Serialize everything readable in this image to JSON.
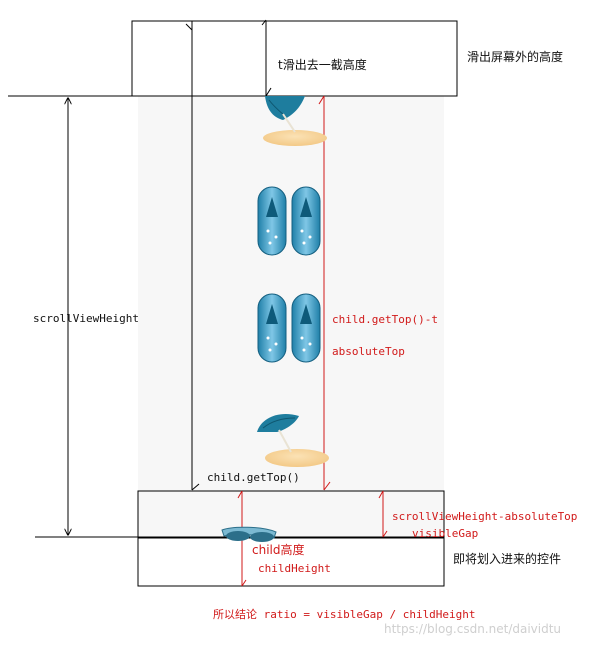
{
  "labels": {
    "offscreen_height": "滑出屏幕外的高度",
    "t_scrolled_part": "t滑出去一截高度",
    "scroll_view_height": "scrollViewHeight",
    "child_get_top_minus_t": "child.getTop()-t",
    "absolute_top": "absoluteTop",
    "child_get_top": "child.getTop()",
    "visible_gap_formula": "scrollViewHeight-absoluteTop",
    "visible_gap": "visibleGap",
    "child_height_cn": "child高度",
    "child_height": "childHeight",
    "incoming_control": "即将划入进来的控件",
    "conclusion": "所以结论 ratio = visibleGap / childHeight",
    "watermark": "https://blog.csdn.net/daividtu"
  },
  "icons": [
    "beach-umbrella-icon",
    "flip-flops-icon",
    "flip-flops-icon",
    "beach-umbrella-icon",
    "sunglasses-icon"
  ],
  "colors": {
    "annotation_red": "#d11a1a",
    "line_black": "#000000",
    "panel_bg": "#f7f7f7"
  }
}
